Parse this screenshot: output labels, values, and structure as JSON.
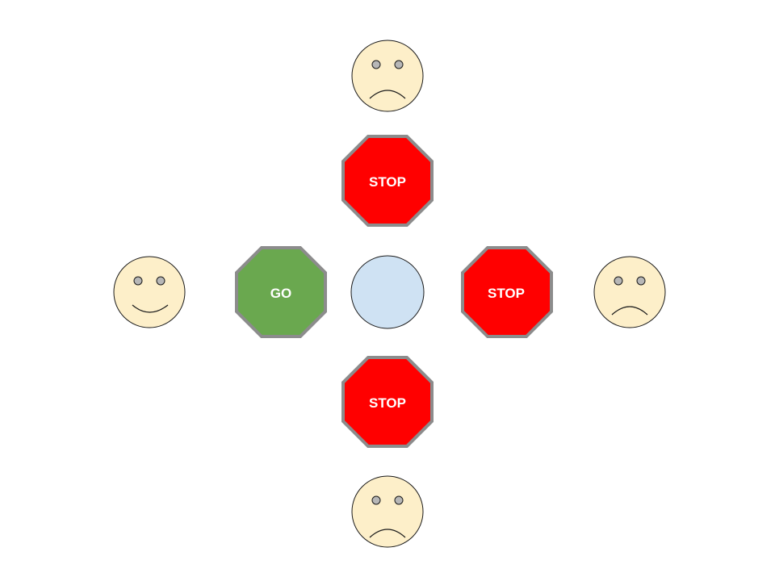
{
  "colors": {
    "background": "#ffffff",
    "face_fill": "#fdefc9",
    "face_stroke": "#1a1a1a",
    "eye_fill": "#b7b7b7",
    "stop_fill": "#ff0000",
    "go_fill": "#6aa84f",
    "sign_border": "#8c8c8c",
    "sign_text": "#ffffff",
    "center_fill": "#cfe2f3",
    "center_stroke": "#1a1a1a"
  },
  "faces": {
    "top": {
      "mood": "sad",
      "icon": "sad-face-icon"
    },
    "left": {
      "mood": "happy",
      "icon": "happy-face-icon"
    },
    "right": {
      "mood": "sad",
      "icon": "sad-face-icon"
    },
    "bottom": {
      "mood": "sad",
      "icon": "sad-face-icon"
    }
  },
  "signals": {
    "top": {
      "label": "STOP",
      "state": "stop"
    },
    "left": {
      "label": "GO",
      "state": "go"
    },
    "right": {
      "label": "STOP",
      "state": "stop"
    },
    "bottom": {
      "label": "STOP",
      "state": "stop"
    }
  },
  "center": {
    "icon": "intersection-circle-icon"
  }
}
